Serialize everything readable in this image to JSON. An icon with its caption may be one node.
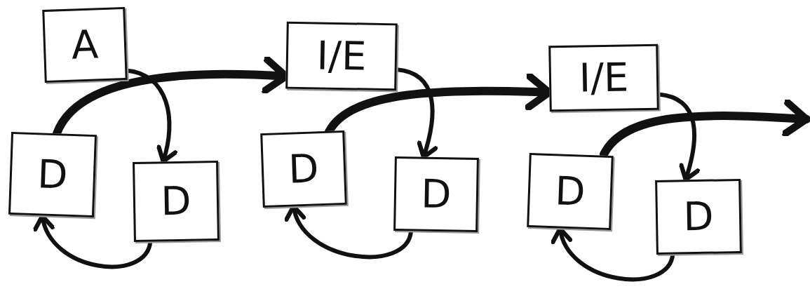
{
  "diagram": {
    "nodes": [
      {
        "text": [
          "A"
        ]
      },
      {
        "text": [
          "D"
        ]
      },
      {
        "text": [
          "D"
        ]
      },
      {
        "text": [
          "I/E"
        ]
      },
      {
        "text": [
          "D"
        ]
      },
      {
        "text": [
          "D"
        ]
      },
      {
        "text": [
          "I/E"
        ]
      },
      {
        "text": [
          "D"
        ]
      },
      {
        "text": [
          "D"
        ]
      }
    ],
    "edges": [
      {
        "from": 1,
        "to": 3,
        "arrow": "to",
        "style": "thick"
      },
      {
        "from": 0,
        "to": 2,
        "arrow": "to"
      },
      {
        "from": 2,
        "to": 1,
        "arrow": "to"
      },
      {
        "from": 4,
        "to": 6,
        "arrow": "to",
        "style": "thick"
      },
      {
        "from": 3,
        "to": 5,
        "arrow": "to"
      },
      {
        "from": 5,
        "to": 4,
        "arrow": "to"
      },
      {
        "from": 7,
        "to": null,
        "arrow": "to",
        "style": "thick"
      },
      {
        "from": 6,
        "to": 8,
        "arrow": "to"
      },
      {
        "from": 8,
        "to": 7,
        "arrow": "to"
      }
    ]
  }
}
